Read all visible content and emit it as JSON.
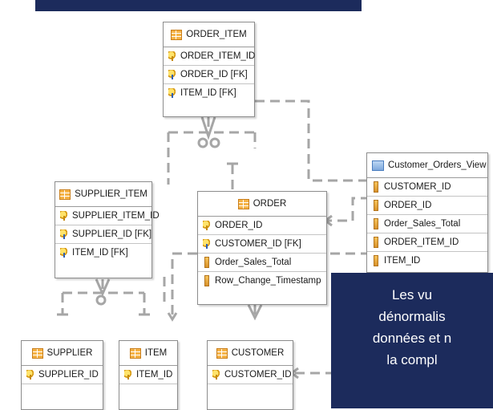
{
  "diagram": {
    "tables": {
      "order_item": {
        "name": "ORDER_ITEM",
        "columns": [
          {
            "label": "ORDER_ITEM_ID",
            "kind": "pk"
          },
          {
            "label": "ORDER_ID [FK]",
            "kind": "fk"
          },
          {
            "label": "ITEM_ID [FK]",
            "kind": "fk"
          }
        ]
      },
      "supplier_item": {
        "name": "SUPPLIER_ITEM",
        "columns": [
          {
            "label": "SUPPLIER_ITEM_ID",
            "kind": "pk"
          },
          {
            "label": "SUPPLIER_ID [FK]",
            "kind": "fk"
          },
          {
            "label": "ITEM_ID [FK]",
            "kind": "fk"
          }
        ]
      },
      "order": {
        "name": "ORDER",
        "columns": [
          {
            "label": "ORDER_ID",
            "kind": "pk"
          },
          {
            "label": "CUSTOMER_ID [FK]",
            "kind": "fk"
          },
          {
            "label": "Order_Sales_Total",
            "kind": "col"
          },
          {
            "label": "Row_Change_Timestamp",
            "kind": "col"
          }
        ]
      },
      "customer_orders_view": {
        "name": "Customer_Orders_View",
        "columns": [
          {
            "label": "CUSTOMER_ID",
            "kind": "col"
          },
          {
            "label": "ORDER_ID",
            "kind": "col"
          },
          {
            "label": "Order_Sales_Total",
            "kind": "col"
          },
          {
            "label": "ORDER_ITEM_ID",
            "kind": "col"
          },
          {
            "label": "ITEM_ID",
            "kind": "col"
          }
        ]
      },
      "supplier": {
        "name": "SUPPLIER",
        "columns": [
          {
            "label": "SUPPLIER_ID",
            "kind": "pk"
          }
        ]
      },
      "item": {
        "name": "ITEM",
        "columns": [
          {
            "label": "ITEM_ID",
            "kind": "pk"
          }
        ]
      },
      "customer": {
        "name": "CUSTOMER",
        "columns": [
          {
            "label": "CUSTOMER_ID",
            "kind": "pk"
          }
        ]
      }
    }
  },
  "callout": {
    "lines": [
      "Les vu",
      "dénormalis",
      "données et n",
      "la compl"
    ]
  },
  "colors": {
    "banner": "#1c2b5c",
    "connector": "#a6a6a6"
  }
}
